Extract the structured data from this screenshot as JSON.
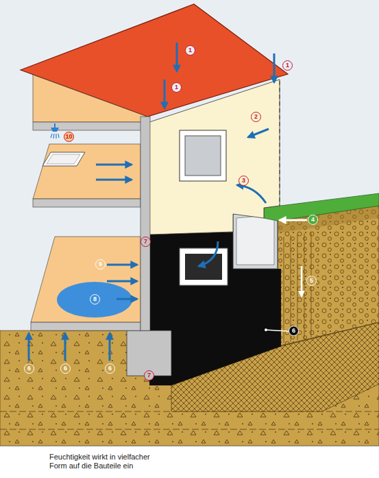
{
  "diagram": {
    "caption": "Feuchtigkeit wirkt in vielfacher Form auf die Bauteile ein",
    "labels": [
      "1",
      "1",
      "1",
      "2",
      "10",
      "3",
      "7",
      "4",
      "9",
      "5",
      "8",
      "6",
      "6",
      "6",
      "6",
      "7"
    ]
  }
}
